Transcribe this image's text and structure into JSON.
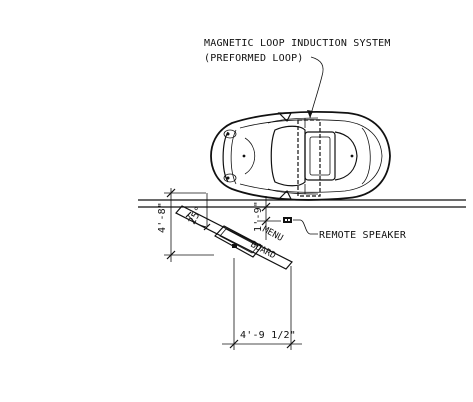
{
  "labels": {
    "loop_line1": "MAGNETIC LOOP INDUCTION SYSTEM",
    "loop_line2": "(PREFORMED LOOP)",
    "remote_speaker": "REMOTE SPEAKER",
    "menu_board_1": "MENU",
    "menu_board_2": "BOARD"
  },
  "dimensions": {
    "height_left": "4'-8\"",
    "angle": "25°",
    "height_mid": "1'-9\"",
    "width_bottom": "4'-9 1/2\""
  }
}
